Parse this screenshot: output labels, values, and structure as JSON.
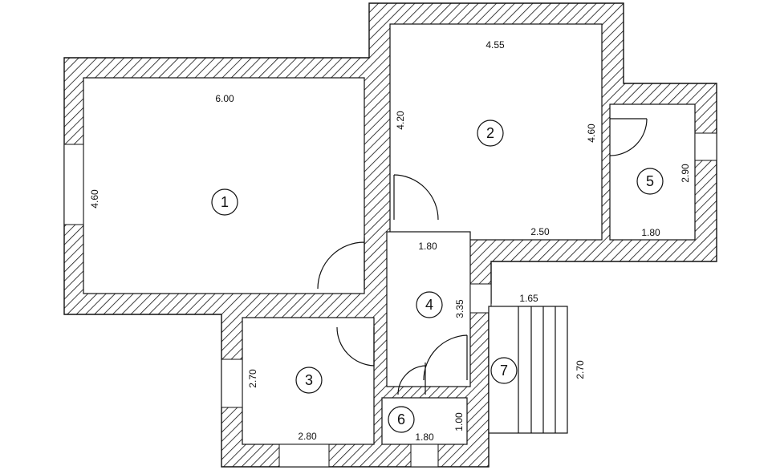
{
  "rooms": [
    {
      "id": "1",
      "width": "6.00",
      "height": "4.60"
    },
    {
      "id": "2",
      "width": "4.55",
      "height_left": "4.20",
      "height_right": "4.60",
      "bottom": "2.50"
    },
    {
      "id": "3",
      "width": "2.80",
      "height": "2.70"
    },
    {
      "id": "4",
      "width": "1.80",
      "height": "3.35"
    },
    {
      "id": "5",
      "width": "1.80",
      "height": "2.90"
    },
    {
      "id": "6",
      "width": "1.80",
      "height": "1.00"
    },
    {
      "id": "7",
      "width": "1.65",
      "height": "2.70"
    }
  ]
}
